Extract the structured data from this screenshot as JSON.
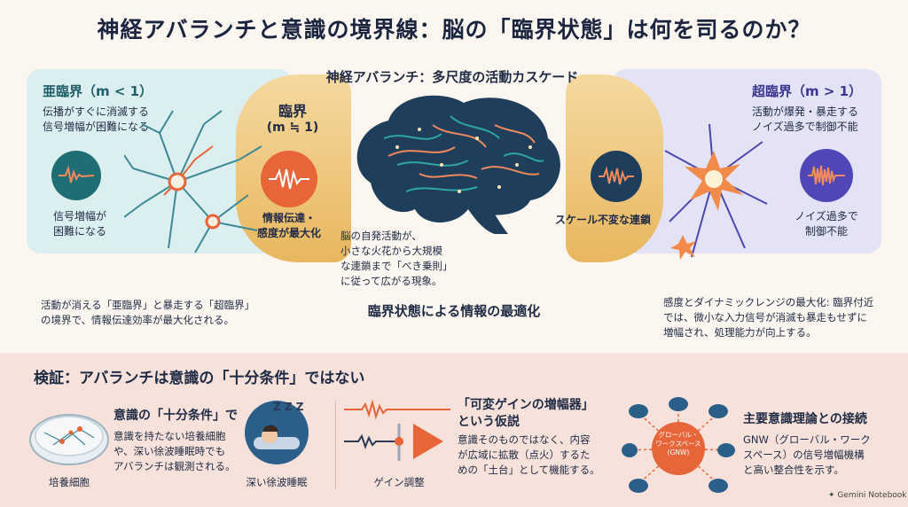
{
  "title": "神経アバランチと意識の境界線：脳の「臨界状態」は何を司るのか？",
  "subtitle": "神経アバランチ：多尺度の活動カスケード",
  "subcritical": {
    "heading": "亜臨界（m < 1）",
    "desc": [
      "伝播がすぐに消滅する",
      "信号増幅が困難になる"
    ],
    "label": [
      "信号増幅が",
      "困難になる"
    ]
  },
  "critical": {
    "heading_line1": "臨界",
    "heading_line2": "(m ≒ 1)",
    "label": [
      "情報伝達・",
      "感度が最大化"
    ]
  },
  "supercritical": {
    "heading": "超臨界（m > 1）",
    "desc": [
      "活動が爆発・暴走する",
      "ノイズ過多で制御不能"
    ],
    "label": [
      "ノイズ過多で",
      "制御不能"
    ]
  },
  "scale_free": "スケール不変な連鎖",
  "brain_text": [
    "脳の自発活動が、",
    "小さな火花から大規模",
    "な連鎖まで「べき乗則」",
    "に従って広がる現象。"
  ],
  "left_summary": [
    "活動が消える「亜臨界」と暴走する「超臨界」",
    "の境界で、情報伝達効率が最大化される。"
  ],
  "center_caption": "臨界状態による情報の最適化",
  "right_summary": [
    "感度とダイナミックレンジの最大化: 臨界付近",
    "では、微小な入力信号が消滅も暴走もせずに",
    "増幅され、処理能力が向上する。"
  ],
  "verify_heading": "検証：アバランチは意識の「十分条件」ではない",
  "sufficient": {
    "heading": "意識の「十分条件」で",
    "body": [
      "意識を持たない培養細胞",
      "や、深い徐波睡眠時でも",
      "アバランチは観測される。"
    ],
    "culture_label": "培養細胞",
    "sleep_label": "深い徐波睡眠"
  },
  "gain": {
    "heading": [
      "「可変ゲインの増幅器」",
      "という仮説"
    ],
    "body": [
      "意識そのものではなく、内容",
      "が広域に拡散（点火）するた",
      "めの「土台」として機能する。"
    ],
    "label": "ゲイン調整"
  },
  "theory": {
    "heading": "主要意識理論との接続",
    "body": [
      "GNW（グローバル・ワーク",
      "スペース）の信号増幅機構",
      "と高い整合性を示す。"
    ],
    "center_label": [
      "グローバル・",
      "ワークスペース",
      "(GNW)"
    ]
  },
  "footer": "Gemini Notebook",
  "sleep_zzz": "Z Z Z",
  "colors": {
    "accent_orange": "#e8653a",
    "gold": "#e8b75f",
    "teal": "#1f6e75",
    "purple": "#5a4fb8"
  }
}
